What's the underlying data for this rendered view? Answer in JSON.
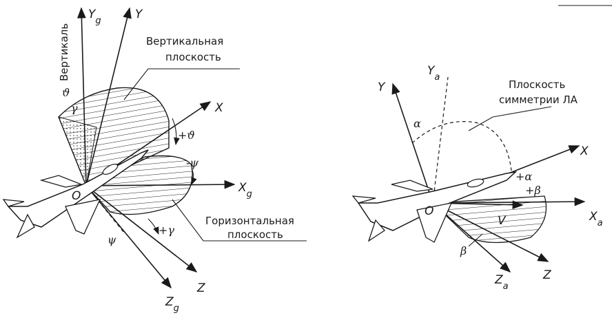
{
  "left": {
    "vertical_plane": "Вертикальная плоскость",
    "vertical_plane_line1": "Вертикальная",
    "vertical_plane_line2": "плоскость",
    "horizontal_plane_line1": "Горизонтальная",
    "horizontal_plane_line2": "плоскость",
    "vertical_label": "Вертикаль",
    "theta": "ϑ",
    "gamma": "γ",
    "plus_theta": "+ϑ",
    "minus_psi": "-ψ",
    "plus_gamma": "+γ",
    "psi": "ψ",
    "origin": "O",
    "axis_X": "X",
    "axis_Y": "Y",
    "axis_Z": "Z",
    "axis_Yg_main": "Y",
    "axis_Yg_sub": "g",
    "axis_Xg_main": "X",
    "axis_Xg_sub": "g",
    "axis_Zg_main": "Z",
    "axis_Zg_sub": "g"
  },
  "right": {
    "symmetry_plane_line1": "Плоскость",
    "symmetry_plane_line2": "симметрии ЛА",
    "alpha": "α",
    "plus_alpha": "+α",
    "plus_beta": "+β",
    "beta": "β",
    "V": "V",
    "origin": "O",
    "axis_X": "X",
    "axis_Y": "Y",
    "axis_Z": "Z",
    "axis_Ya_main": "Y",
    "axis_Ya_sub": "a",
    "axis_Xa_main": "X",
    "axis_Xa_sub": "a",
    "axis_Za_main": "Z",
    "axis_Za_sub": "a"
  }
}
